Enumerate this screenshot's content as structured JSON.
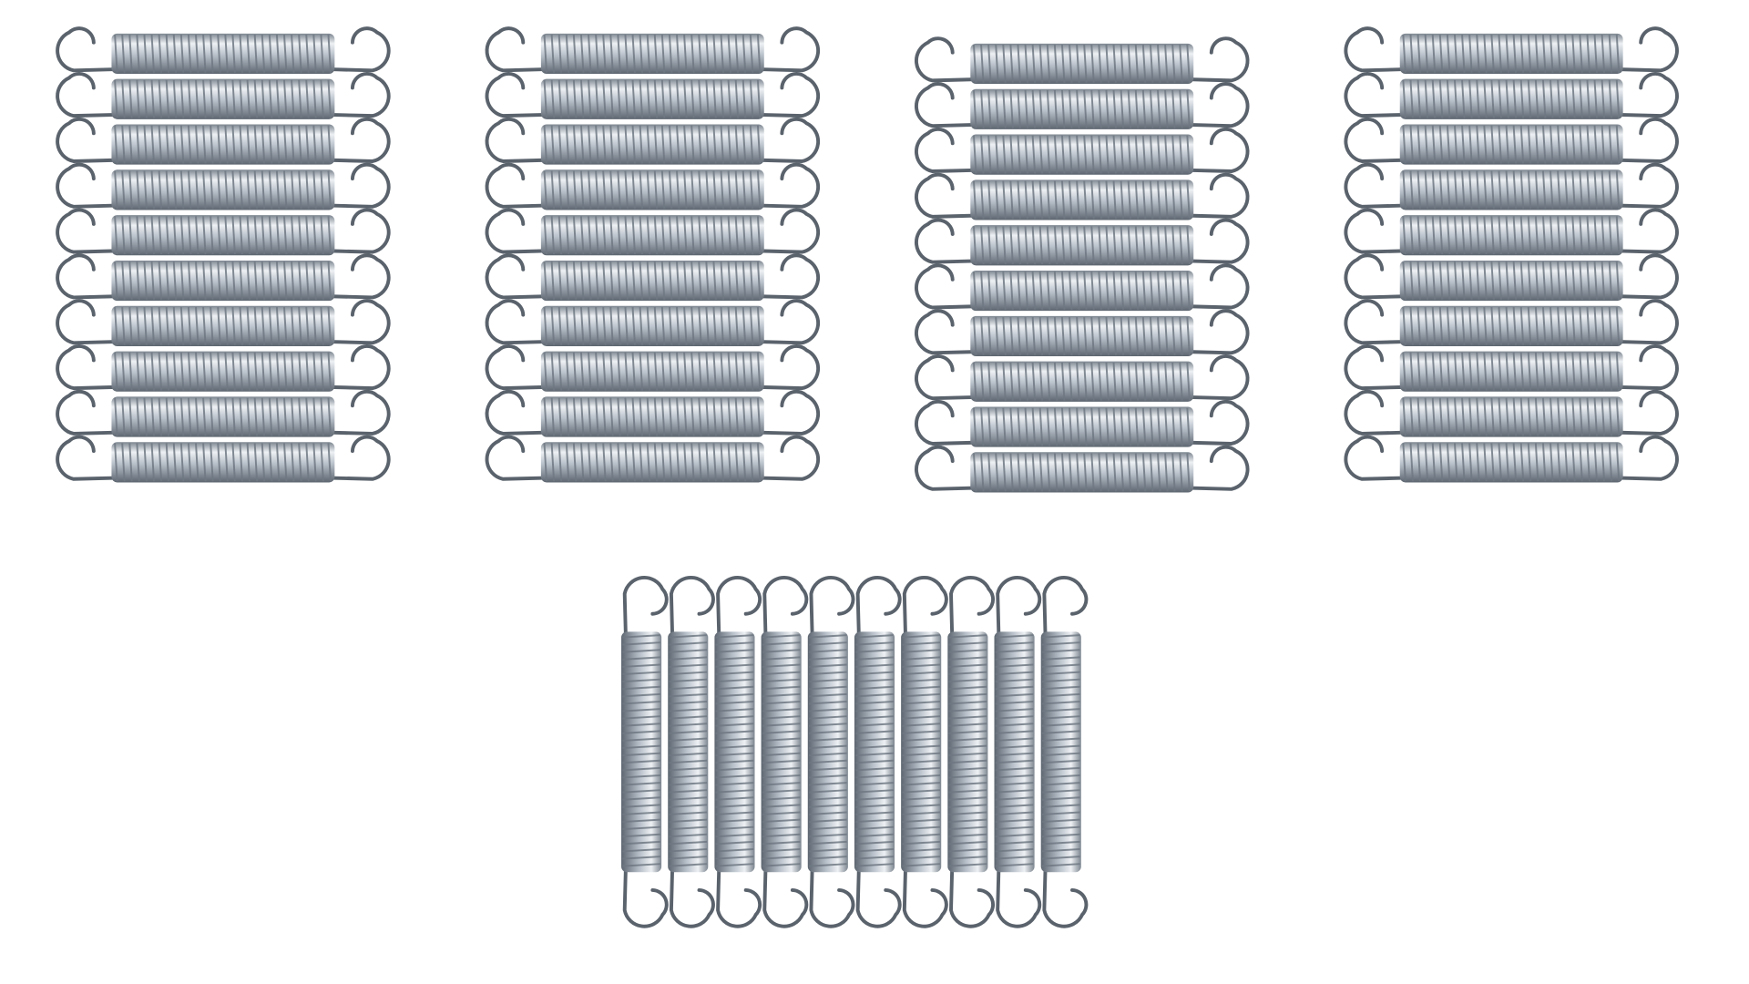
{
  "photo": {
    "background_color": "#ffffff",
    "spring_colors": {
      "highlight": "#eef1f4",
      "mid": "#b6bec8",
      "shadow": "#5d6670",
      "coil_line": "#6f7882",
      "hook": "#5a626c"
    },
    "groups": [
      {
        "orientation": "horizontal",
        "springs": 10
      },
      {
        "orientation": "horizontal",
        "springs": 10
      },
      {
        "orientation": "horizontal",
        "springs": 10
      },
      {
        "orientation": "horizontal",
        "springs": 10
      },
      {
        "orientation": "vertical",
        "springs": 10
      }
    ]
  }
}
